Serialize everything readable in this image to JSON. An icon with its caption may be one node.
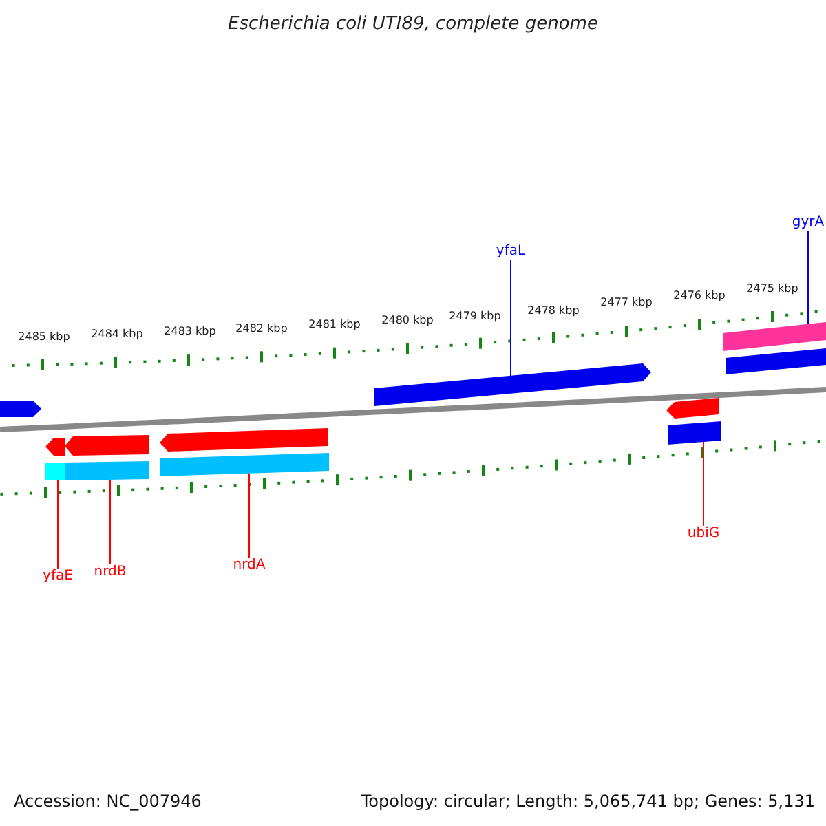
{
  "diagram": {
    "title": "Escherichia coli UTI89, complete genome",
    "nodes": [
      {
        "text": [
          "gyrA"
        ]
      },
      {
        "text": [
          "yfaL"
        ]
      },
      {
        "text": [],
        "shape": "bar"
      },
      {
        "text": [],
        "shape": "arrow"
      },
      {
        "text": [],
        "shape": "arrow"
      },
      {
        "text": [],
        "shape": "arrow"
      },
      {
        "text": [],
        "shape": "arrow"
      },
      {
        "text": [],
        "shape": "arrow"
      },
      {
        "text": [],
        "shape": "arrow"
      },
      {
        "text": [
          "ubiG"
        ]
      },
      {
        "text": [
          "nrdA"
        ]
      },
      {
        "text": [
          "nrdB"
        ]
      },
      {
        "text": [
          "yfaE"
        ]
      }
    ],
    "edges": [
      {
        "from": 0,
        "to": 2,
        "arrow": "none",
        "color": "#0000ff"
      },
      {
        "from": 1,
        "to": 3,
        "arrow": "none",
        "color": "#0000ff"
      },
      {
        "from": 9,
        "to": 5,
        "arrow": "none"
      },
      {
        "from": 10,
        "to": 8,
        "arrow": "none"
      },
      {
        "from": 11,
        "to": 7,
        "arrow": "none"
      },
      {
        "from": 12,
        "to": 6,
        "arrow": "none"
      }
    ],
    "labels": [
      "2485 kbp",
      "2484 kbp",
      "2483 kbp",
      "2482 kbp",
      "2481 kbp",
      "2480 kbp",
      "2479 kbp",
      "2478 kbp",
      "2477 kbp",
      "2476 kbp",
      "2475 kbp",
      "Accession: NC_007946",
      "Topology: circular; Length: 5,065,741 bp; Genes: 5,131"
    ]
  }
}
